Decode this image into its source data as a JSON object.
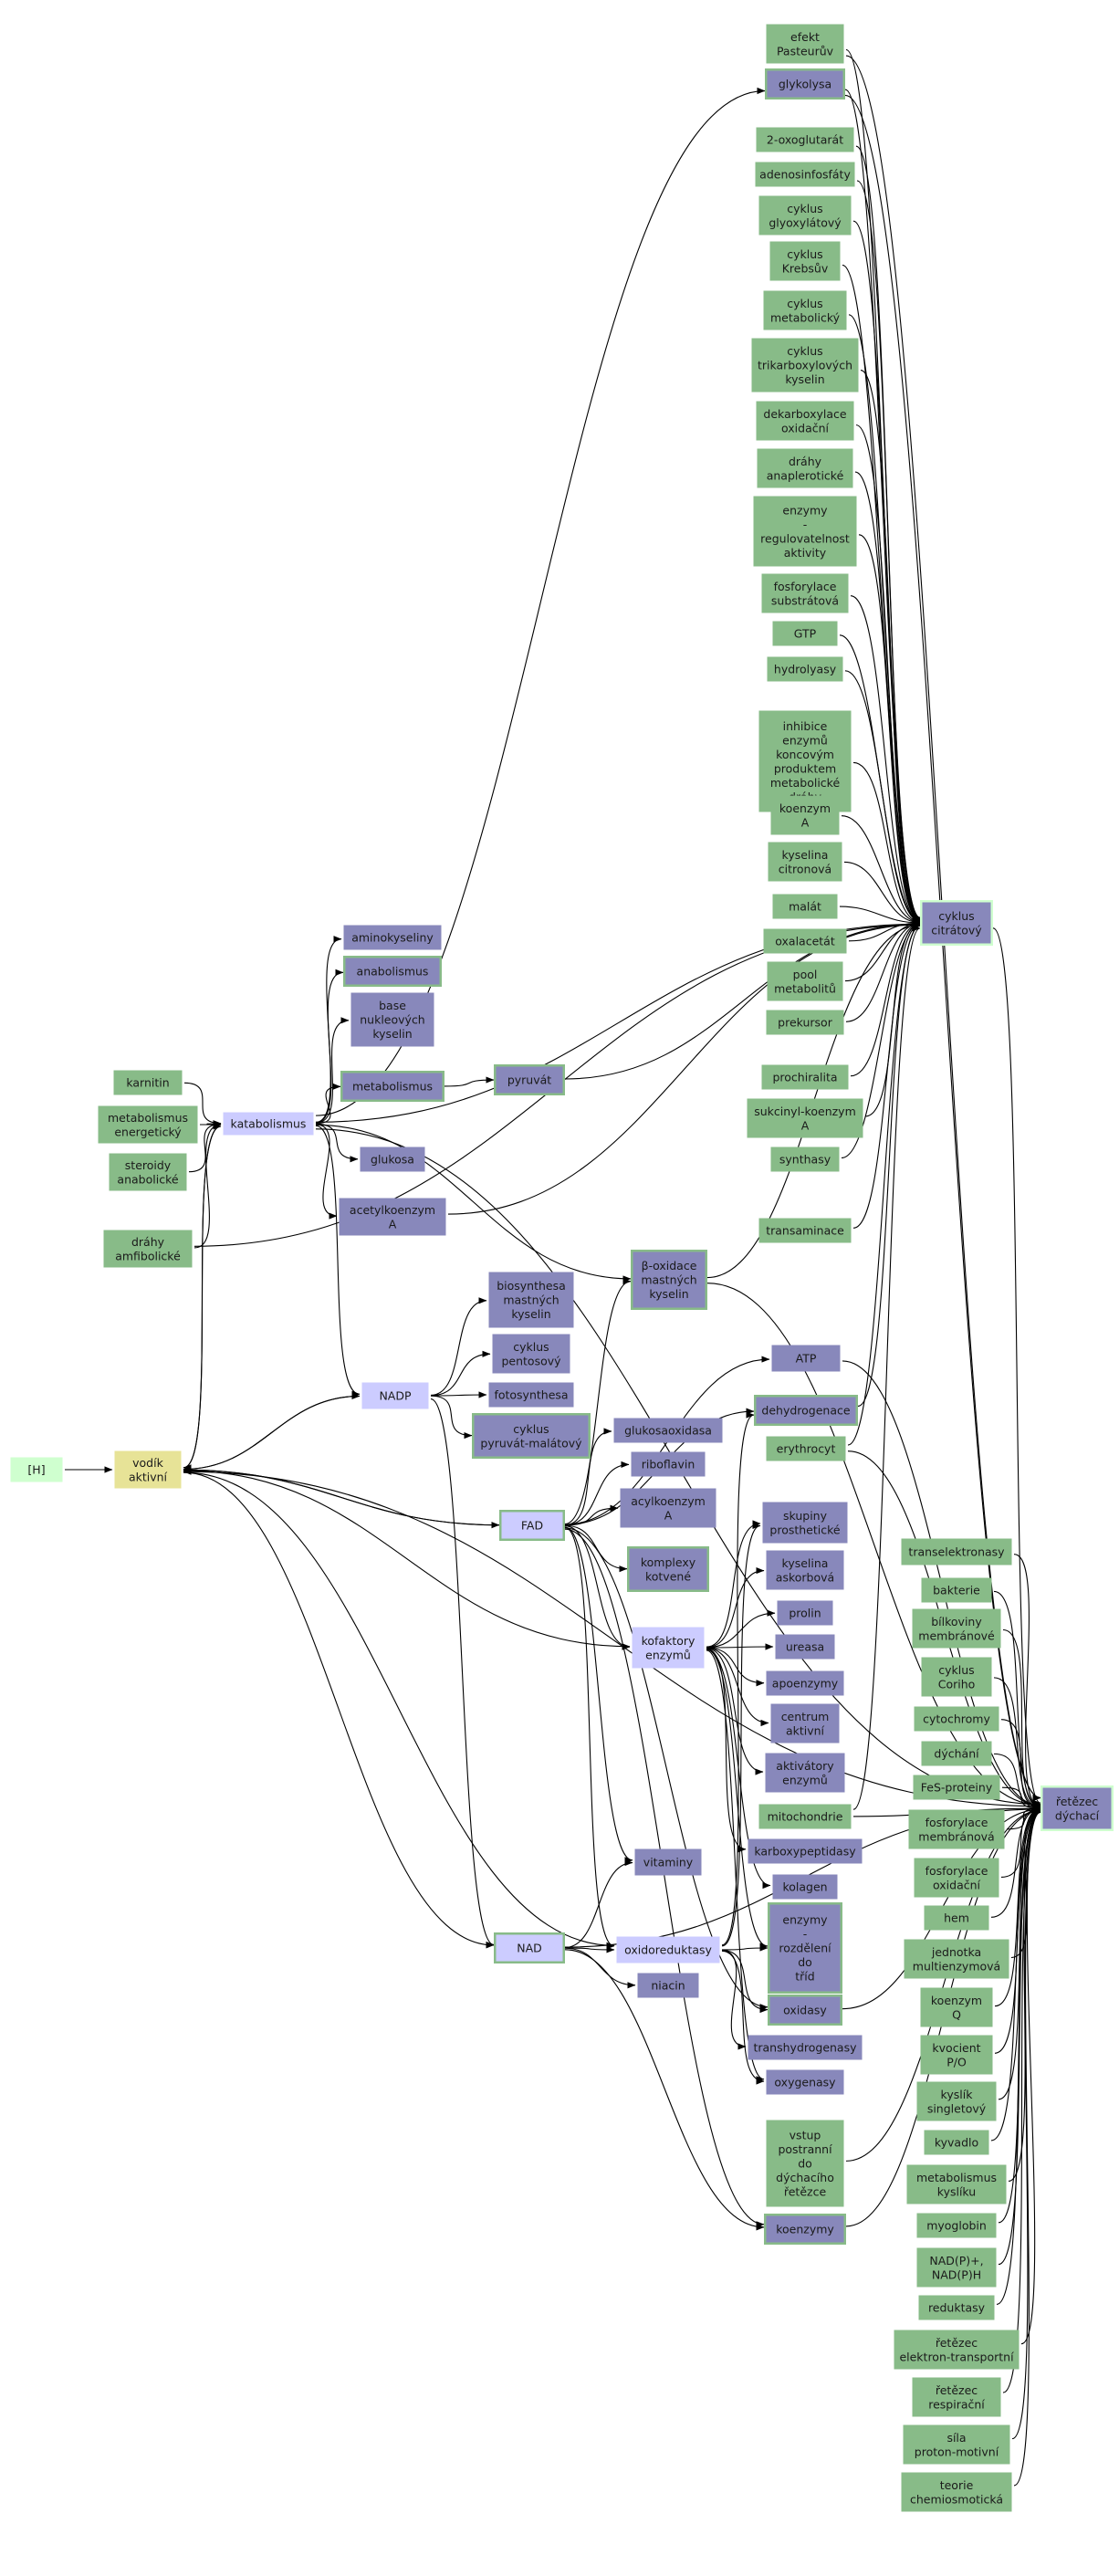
{
  "colors": {
    "green": "#88bb88",
    "green_outline": "#5b9a5b",
    "purple": "#8888bb",
    "light": "#ccccff",
    "yellow": "#e7e397",
    "mint": "#cfffcf",
    "edge": "#000000"
  },
  "nodes": [
    {
      "id": "H",
      "label": "[H]",
      "style": "mint"
    },
    {
      "id": "vodik",
      "label": "vodík\naktivní",
      "style": "yellow"
    },
    {
      "id": "katabolismus",
      "label": "katabolismus",
      "style": "light"
    },
    {
      "id": "karnitin",
      "label": "karnitin",
      "style": "green"
    },
    {
      "id": "metab_energ",
      "label": "metabolismus\nenergetický",
      "style": "green"
    },
    {
      "id": "steroidy",
      "label": "steroidy\nanabolické",
      "style": "green"
    },
    {
      "id": "drahy_amf",
      "label": "dráhy\namfibolické",
      "style": "green"
    },
    {
      "id": "aminokyseliny",
      "label": "aminokyseliny",
      "style": "purple"
    },
    {
      "id": "anabolismus",
      "label": "anabolismus",
      "style": "purple_g"
    },
    {
      "id": "base_nukl",
      "label": "base\nnukleových\nkyselin",
      "style": "purple"
    },
    {
      "id": "metabolismus",
      "label": "metabolismus",
      "style": "purple_g"
    },
    {
      "id": "glukosa",
      "label": "glukosa",
      "style": "purple"
    },
    {
      "id": "acetylkoenzym",
      "label": "acetylkoenzym\nA",
      "style": "purple"
    },
    {
      "id": "pyruvat",
      "label": "pyruvát",
      "style": "purple_g"
    },
    {
      "id": "beta_oxidace",
      "label": "β-oxidace\nmastných\nkyselin",
      "style": "purple_g"
    },
    {
      "id": "NADP",
      "label": "NADP",
      "style": "light"
    },
    {
      "id": "biosynthesa",
      "label": "biosynthesa\nmastných\nkyselin",
      "style": "purple"
    },
    {
      "id": "cyklus_pent",
      "label": "cyklus\npentosový",
      "style": "purple"
    },
    {
      "id": "fotosynthesa",
      "label": "fotosynthesa",
      "style": "purple"
    },
    {
      "id": "cyklus_pyr",
      "label": "cyklus\npyruvát-malátový",
      "style": "purple_g"
    },
    {
      "id": "ATP",
      "label": "ATP",
      "style": "purple"
    },
    {
      "id": "dehydrogenace",
      "label": "dehydrogenace",
      "style": "purple_g"
    },
    {
      "id": "erythrocyt",
      "label": "erythrocyt",
      "style": "green"
    },
    {
      "id": "FAD",
      "label": "FAD",
      "style": "light_g"
    },
    {
      "id": "glukosaox",
      "label": "glukosaoxidasa",
      "style": "purple"
    },
    {
      "id": "riboflavin",
      "label": "riboflavin",
      "style": "purple"
    },
    {
      "id": "acylkoenzym",
      "label": "acylkoenzym\nA",
      "style": "purple"
    },
    {
      "id": "komplexy",
      "label": "komplexy\nkotvené",
      "style": "purple_g"
    },
    {
      "id": "kofaktory",
      "label": "kofaktory\nenzymů",
      "style": "light"
    },
    {
      "id": "skupiny",
      "label": "skupiny\nprosthetické",
      "style": "purple"
    },
    {
      "id": "kys_askorb",
      "label": "kyselina\naskorbová",
      "style": "purple"
    },
    {
      "id": "prolin",
      "label": "prolin",
      "style": "purple"
    },
    {
      "id": "ureasa",
      "label": "ureasa",
      "style": "purple"
    },
    {
      "id": "apoenzymy",
      "label": "apoenzymy",
      "style": "purple"
    },
    {
      "id": "centrum",
      "label": "centrum\naktivní",
      "style": "purple"
    },
    {
      "id": "aktivatory",
      "label": "aktivátory\nenzymů",
      "style": "purple"
    },
    {
      "id": "mitochondrie",
      "label": "mitochondrie",
      "style": "green"
    },
    {
      "id": "karboxypep",
      "label": "karboxypeptidasy",
      "style": "purple"
    },
    {
      "id": "kolagen",
      "label": "kolagen",
      "style": "purple"
    },
    {
      "id": "vitaminy",
      "label": "vitaminy",
      "style": "purple"
    },
    {
      "id": "NAD",
      "label": "NAD",
      "style": "light_g"
    },
    {
      "id": "oxidoreduktasy",
      "label": "oxidoreduktasy",
      "style": "light"
    },
    {
      "id": "niacin",
      "label": "niacin",
      "style": "purple"
    },
    {
      "id": "enzymy_rozd",
      "label": "enzymy\n-\nrozdělení\ndo\ntříd",
      "style": "purple_g"
    },
    {
      "id": "oxidasy",
      "label": "oxidasy",
      "style": "purple_g"
    },
    {
      "id": "transhydro",
      "label": "transhydrogenasy",
      "style": "purple"
    },
    {
      "id": "oxygenasy",
      "label": "oxygenasy",
      "style": "purple"
    },
    {
      "id": "vstup",
      "label": "vstup\npostranní\ndo\ndýchacího\nřetězce",
      "style": "green"
    },
    {
      "id": "koenzymy",
      "label": "koenzymy",
      "style": "purple_g"
    },
    {
      "id": "efekt",
      "label": "efekt\nPasteurův",
      "style": "green"
    },
    {
      "id": "glykolysa",
      "label": "glykolysa",
      "style": "purple_g"
    },
    {
      "id": "oxoglutarat",
      "label": "2-oxoglutarát",
      "style": "green"
    },
    {
      "id": "adenosin",
      "label": "adenosinfosfáty",
      "style": "green"
    },
    {
      "id": "cyklus_glyox",
      "label": "cyklus\nglyoxylátový",
      "style": "green"
    },
    {
      "id": "cyklus_krebs",
      "label": "cyklus\nKrebsův",
      "style": "green"
    },
    {
      "id": "cyklus_metab",
      "label": "cyklus\nmetabolický",
      "style": "green"
    },
    {
      "id": "cyklus_trikarb",
      "label": "cyklus\ntrikarboxylových\nkyselin",
      "style": "green"
    },
    {
      "id": "dekarboxylace",
      "label": "dekarboxylace\noxidační",
      "style": "green"
    },
    {
      "id": "drahy_anapl",
      "label": "dráhy\nanaplerotické",
      "style": "green"
    },
    {
      "id": "enzymy_reg",
      "label": "enzymy\n-\nregulovatelnost\naktivity",
      "style": "green"
    },
    {
      "id": "fosf_substr",
      "label": "fosforylace\nsubstrátová",
      "style": "green"
    },
    {
      "id": "GTP",
      "label": "GTP",
      "style": "green"
    },
    {
      "id": "hydrolyasy",
      "label": "hydrolyasy",
      "style": "green"
    },
    {
      "id": "inhibice",
      "label": "inhibice\nenzymů\nkoncovým\nproduktem\nmetabolické\ndráhy",
      "style": "green"
    },
    {
      "id": "koenzym_A",
      "label": "koenzym\nA",
      "style": "green"
    },
    {
      "id": "kys_citron",
      "label": "kyselina\ncitronová",
      "style": "green"
    },
    {
      "id": "malat",
      "label": "malát",
      "style": "green"
    },
    {
      "id": "oxalacetat",
      "label": "oxalacetát",
      "style": "green"
    },
    {
      "id": "pool",
      "label": "pool\nmetabolitů",
      "style": "green"
    },
    {
      "id": "prekursor",
      "label": "prekursor",
      "style": "green"
    },
    {
      "id": "cyklus_citr",
      "label": "cyklus\ncitrátový",
      "style": "purple_m"
    },
    {
      "id": "prochiralita",
      "label": "prochiralita",
      "style": "green"
    },
    {
      "id": "sukcinyl",
      "label": "sukcinyl-koenzym\nA",
      "style": "green"
    },
    {
      "id": "synthasy",
      "label": "synthasy",
      "style": "green"
    },
    {
      "id": "transaminace",
      "label": "transaminace",
      "style": "green"
    },
    {
      "id": "transelektron",
      "label": "transelektronasy",
      "style": "green"
    },
    {
      "id": "bakterie",
      "label": "bakterie",
      "style": "green"
    },
    {
      "id": "bilkoviny",
      "label": "bílkoviny\nmembránové",
      "style": "green"
    },
    {
      "id": "cyklus_cori",
      "label": "cyklus\nCoriho",
      "style": "green"
    },
    {
      "id": "cytochromy",
      "label": "cytochromy",
      "style": "green"
    },
    {
      "id": "dychani",
      "label": "dýchání",
      "style": "green"
    },
    {
      "id": "FeS",
      "label": "FeS-proteiny",
      "style": "green"
    },
    {
      "id": "fosf_membr",
      "label": "fosforylace\nmembránová",
      "style": "green"
    },
    {
      "id": "fosf_oxid",
      "label": "fosforylace\noxidační",
      "style": "green"
    },
    {
      "id": "retezec_dych",
      "label": "řetězec\ndýchací",
      "style": "purple_m"
    },
    {
      "id": "hem",
      "label": "hem",
      "style": "green"
    },
    {
      "id": "jednotka",
      "label": "jednotka\nmultienzymová",
      "style": "green"
    },
    {
      "id": "koenzym_Q",
      "label": "koenzym\nQ",
      "style": "green"
    },
    {
      "id": "kvocient",
      "label": "kvocient\nP/O",
      "style": "green"
    },
    {
      "id": "kyslik_singl",
      "label": "kyslík\nsingletový",
      "style": "green"
    },
    {
      "id": "kyvadlo",
      "label": "kyvadlo",
      "style": "green"
    },
    {
      "id": "metab_kysliku",
      "label": "metabolismus\nkyslíku",
      "style": "green"
    },
    {
      "id": "myoglobin",
      "label": "myoglobin",
      "style": "green"
    },
    {
      "id": "NADP_H",
      "label": "NAD(P)+,\nNAD(P)H",
      "style": "green"
    },
    {
      "id": "reduktasy",
      "label": "reduktasy",
      "style": "green"
    },
    {
      "id": "retezec_el",
      "label": "řetězec\nelektron-transportní",
      "style": "green"
    },
    {
      "id": "retezec_resp",
      "label": "řetězec\nrespirační",
      "style": "green"
    },
    {
      "id": "sila",
      "label": "síla\nproton-motivní",
      "style": "green"
    },
    {
      "id": "teorie",
      "label": "teorie\nchemiosmotická",
      "style": "green"
    }
  ],
  "edges": [
    [
      "H",
      "vodik"
    ],
    [
      "vodik",
      "katabolismus"
    ],
    [
      "katabolismus",
      "vodik"
    ],
    [
      "vodik",
      "NADP"
    ],
    [
      "vodik",
      "FAD"
    ],
    [
      "vodik",
      "NAD"
    ],
    [
      "vodik",
      "kofaktory"
    ],
    [
      "vodik",
      "oxidoreduktasy"
    ],
    [
      "karnitin",
      "katabolismus"
    ],
    [
      "metab_energ",
      "katabolismus"
    ],
    [
      "steroidy",
      "katabolismus"
    ],
    [
      "drahy_amf",
      "katabolismus"
    ],
    [
      "katabolismus",
      "aminokyseliny"
    ],
    [
      "katabolismus",
      "anabolismus"
    ],
    [
      "katabolismus",
      "base_nukl"
    ],
    [
      "katabolismus",
      "metabolismus"
    ],
    [
      "katabolismus",
      "glukosa"
    ],
    [
      "katabolismus",
      "acetylkoenzym"
    ],
    [
      "katabolismus",
      "NADP"
    ],
    [
      "katabolismus",
      "beta_oxidace"
    ],
    [
      "katabolismus",
      "glykolysa"
    ],
    [
      "katabolismus",
      "cyklus_citr"
    ],
    [
      "katabolismus",
      "retezec_dych"
    ],
    [
      "metabolismus",
      "pyruvat"
    ],
    [
      "pyruvat",
      "cyklus_citr"
    ],
    [
      "NADP",
      "biosynthesa"
    ],
    [
      "NADP",
      "cyklus_pent"
    ],
    [
      "NADP",
      "fotosynthesa"
    ],
    [
      "NADP",
      "cyklus_pyr"
    ],
    [
      "NADP",
      "NAD"
    ],
    [
      "NADP",
      "vodik"
    ],
    [
      "FAD",
      "beta_oxidace"
    ],
    [
      "FAD",
      "glukosaox"
    ],
    [
      "FAD",
      "riboflavin"
    ],
    [
      "FAD",
      "acylkoenzym"
    ],
    [
      "FAD",
      "komplexy"
    ],
    [
      "FAD",
      "kofaktory"
    ],
    [
      "FAD",
      "ATP"
    ],
    [
      "FAD",
      "dehydrogenace"
    ],
    [
      "FAD",
      "vitaminy"
    ],
    [
      "FAD",
      "oxidoreduktasy"
    ],
    [
      "FAD",
      "oxidasy"
    ],
    [
      "FAD",
      "koenzymy"
    ],
    [
      "FAD",
      "vodik"
    ],
    [
      "kofaktory",
      "skupiny"
    ],
    [
      "kofaktory",
      "kys_askorb"
    ],
    [
      "kofaktory",
      "prolin"
    ],
    [
      "kofaktory",
      "ureasa"
    ],
    [
      "kofaktory",
      "apoenzymy"
    ],
    [
      "kofaktory",
      "centrum"
    ],
    [
      "kofaktory",
      "aktivatory"
    ],
    [
      "kofaktory",
      "karboxypep"
    ],
    [
      "kofaktory",
      "kolagen"
    ],
    [
      "kofaktory",
      "enzymy_rozd"
    ],
    [
      "kofaktory",
      "oxygenasy"
    ],
    [
      "NAD",
      "vitaminy"
    ],
    [
      "NAD",
      "oxidoreduktasy"
    ],
    [
      "NAD",
      "niacin"
    ],
    [
      "NAD",
      "koenzymy"
    ],
    [
      "NAD",
      "retezec_dych"
    ],
    [
      "oxidoreduktasy",
      "enzymy_rozd"
    ],
    [
      "oxidoreduktasy",
      "oxidasy"
    ],
    [
      "oxidoreduktasy",
      "transhydro"
    ],
    [
      "oxidoreduktasy",
      "oxygenasy"
    ],
    [
      "oxidoreduktasy",
      "skupiny"
    ],
    [
      "oxidoreduktasy",
      "dehydrogenace"
    ],
    [
      "efekt",
      "cyklus_citr"
    ],
    [
      "glykolysa",
      "cyklus_citr"
    ],
    [
      "oxoglutarat",
      "cyklus_citr"
    ],
    [
      "adenosin",
      "cyklus_citr"
    ],
    [
      "cyklus_glyox",
      "cyklus_citr"
    ],
    [
      "cyklus_krebs",
      "cyklus_citr"
    ],
    [
      "cyklus_metab",
      "cyklus_citr"
    ],
    [
      "cyklus_trikarb",
      "cyklus_citr"
    ],
    [
      "dekarboxylace",
      "cyklus_citr"
    ],
    [
      "drahy_anapl",
      "cyklus_citr"
    ],
    [
      "enzymy_reg",
      "cyklus_citr"
    ],
    [
      "fosf_substr",
      "cyklus_citr"
    ],
    [
      "GTP",
      "cyklus_citr"
    ],
    [
      "hydrolyasy",
      "cyklus_citr"
    ],
    [
      "inhibice",
      "cyklus_citr"
    ],
    [
      "koenzym_A",
      "cyklus_citr"
    ],
    [
      "kys_citron",
      "cyklus_citr"
    ],
    [
      "malat",
      "cyklus_citr"
    ],
    [
      "oxalacetat",
      "cyklus_citr"
    ],
    [
      "pool",
      "cyklus_citr"
    ],
    [
      "prekursor",
      "cyklus_citr"
    ],
    [
      "prochiralita",
      "cyklus_citr"
    ],
    [
      "sukcinyl",
      "cyklus_citr"
    ],
    [
      "synthasy",
      "cyklus_citr"
    ],
    [
      "transaminace",
      "cyklus_citr"
    ],
    [
      "acetylkoenzym",
      "cyklus_citr"
    ],
    [
      "drahy_amf",
      "cyklus_citr"
    ],
    [
      "beta_oxidace",
      "cyklus_citr"
    ],
    [
      "erythrocyt",
      "cyklus_citr"
    ],
    [
      "mitochondrie",
      "cyklus_citr"
    ],
    [
      "dehydrogenace",
      "cyklus_citr"
    ],
    [
      "efekt",
      "retezec_dych"
    ],
    [
      "glykolysa",
      "retezec_dych"
    ],
    [
      "cyklus_citr",
      "retezec_dych"
    ],
    [
      "ATP",
      "retezec_dych"
    ],
    [
      "beta_oxidace",
      "retezec_dych"
    ],
    [
      "erythrocyt",
      "retezec_dych"
    ],
    [
      "koenzymy",
      "retezec_dych"
    ],
    [
      "vstup",
      "retezec_dych"
    ],
    [
      "mitochondrie",
      "retezec_dych"
    ],
    [
      "oxidasy",
      "retezec_dych"
    ],
    [
      "transelektron",
      "retezec_dych"
    ],
    [
      "bakterie",
      "retezec_dych"
    ],
    [
      "bilkoviny",
      "retezec_dych"
    ],
    [
      "cyklus_cori",
      "retezec_dych"
    ],
    [
      "cytochromy",
      "retezec_dych"
    ],
    [
      "dychani",
      "retezec_dych"
    ],
    [
      "FeS",
      "retezec_dych"
    ],
    [
      "fosf_membr",
      "retezec_dych"
    ],
    [
      "fosf_oxid",
      "retezec_dych"
    ],
    [
      "hem",
      "retezec_dych"
    ],
    [
      "jednotka",
      "retezec_dych"
    ],
    [
      "koenzym_Q",
      "retezec_dych"
    ],
    [
      "kvocient",
      "retezec_dych"
    ],
    [
      "kyslik_singl",
      "retezec_dych"
    ],
    [
      "kyvadlo",
      "retezec_dych"
    ],
    [
      "metab_kysliku",
      "retezec_dych"
    ],
    [
      "myoglobin",
      "retezec_dych"
    ],
    [
      "NADP_H",
      "retezec_dych"
    ],
    [
      "reduktasy",
      "retezec_dych"
    ],
    [
      "retezec_el",
      "retezec_dych"
    ],
    [
      "retezec_resp",
      "retezec_dych"
    ],
    [
      "sila",
      "retezec_dych"
    ],
    [
      "teorie",
      "retezec_dych"
    ],
    [
      "retezec_dych",
      "vodik"
    ]
  ]
}
